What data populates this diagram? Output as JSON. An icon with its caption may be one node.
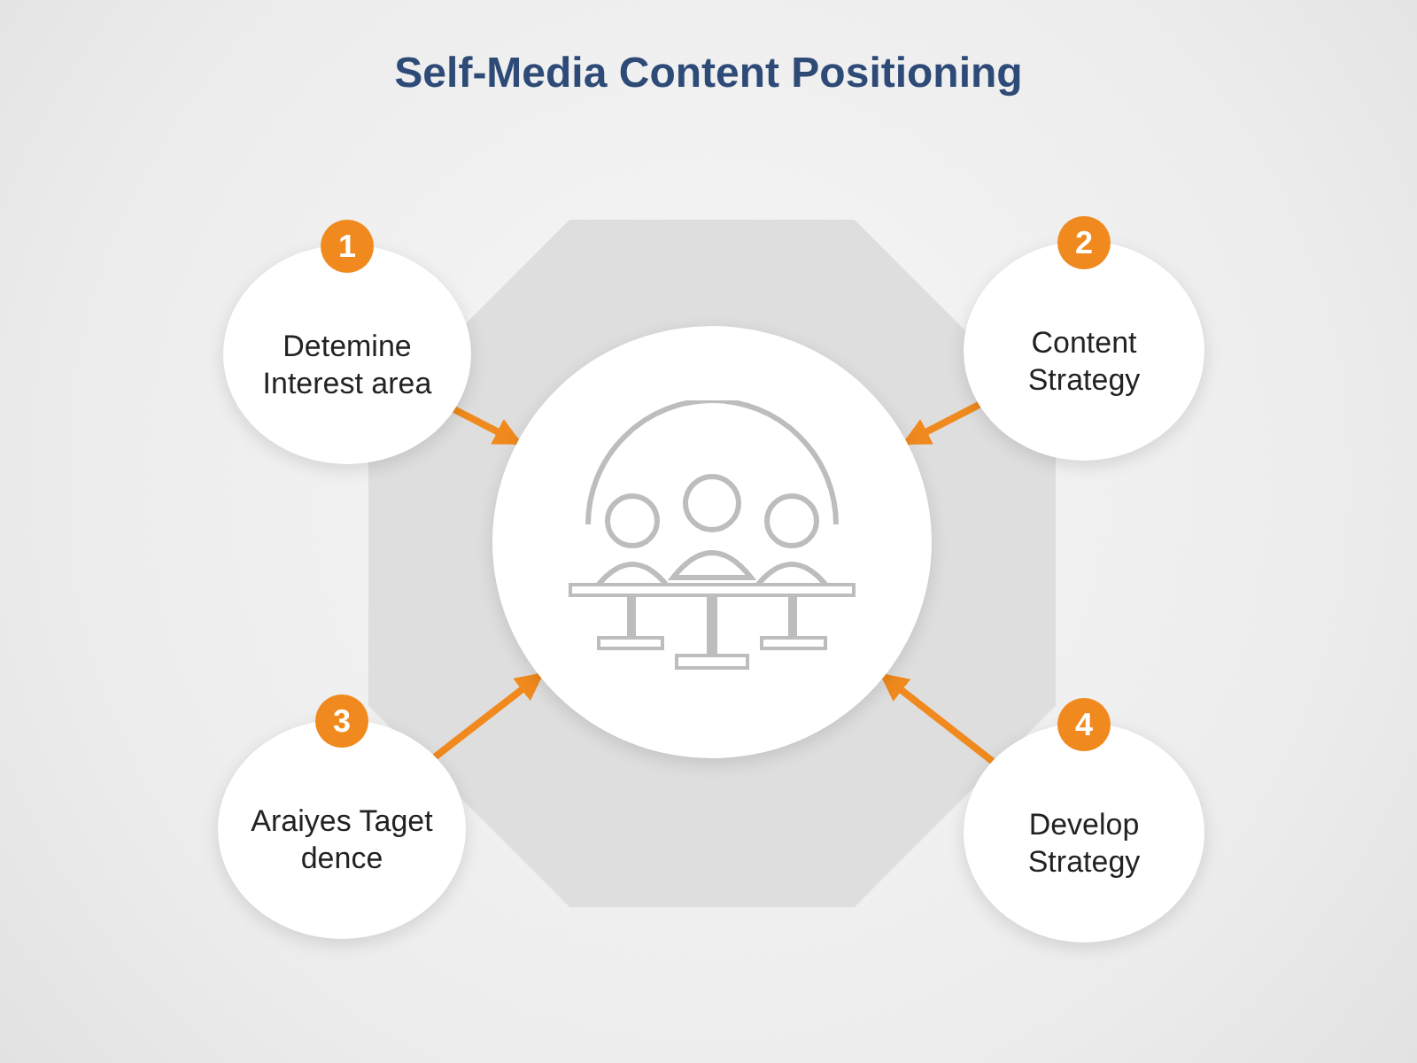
{
  "diagram": {
    "title": "Self-Media Content Positioning",
    "nodes": [
      {
        "text": [
          "1",
          "Detemine Interest area"
        ]
      },
      {
        "text": [
          "2",
          "Content Strategy"
        ]
      },
      {
        "text": [
          "3",
          "Araiyes Taget dence"
        ]
      },
      {
        "text": [
          "4",
          "Develop Strategy"
        ]
      },
      {
        "text": [],
        "shape": "picture"
      }
    ],
    "edges": [
      {
        "from": 0,
        "to": 4,
        "arrow": "to"
      },
      {
        "from": 1,
        "to": 4,
        "arrow": "to"
      },
      {
        "from": 2,
        "to": 4,
        "arrow": "to"
      },
      {
        "from": 3,
        "to": 4,
        "arrow": "to"
      }
    ]
  }
}
